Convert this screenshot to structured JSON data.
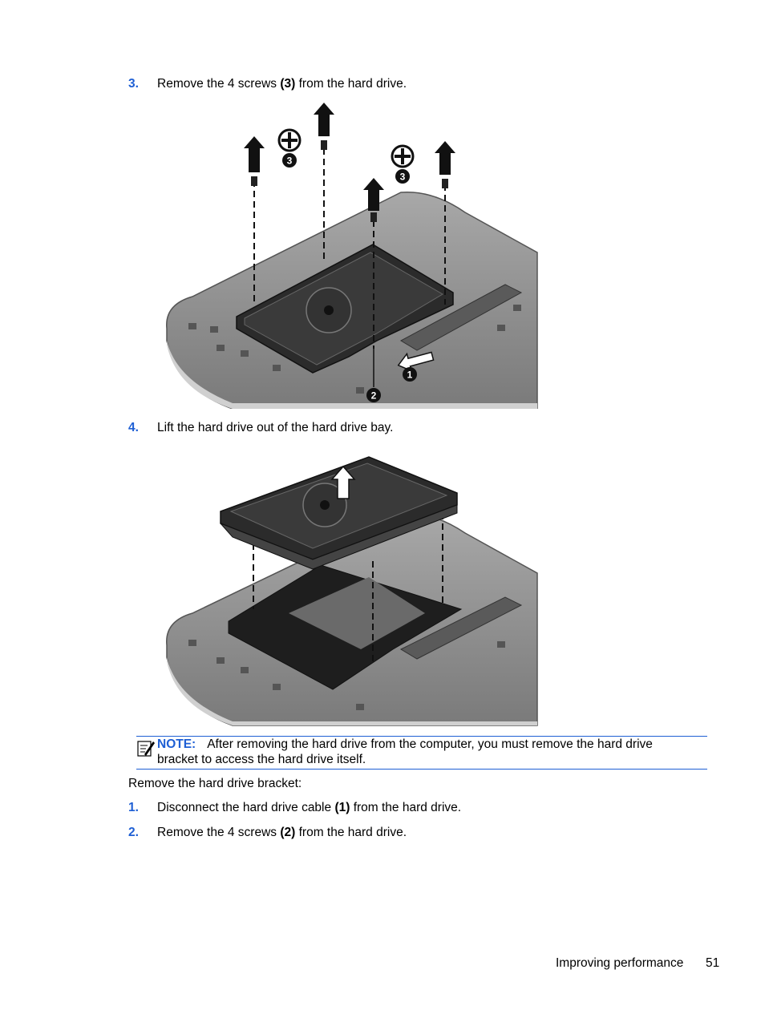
{
  "steps_top": [
    {
      "num": "3.",
      "pre": "Remove the 4 screws ",
      "bold": "(3)",
      "post": " from the hard drive."
    },
    {
      "num": "4.",
      "text": "Lift the hard drive out of the hard drive bay."
    }
  ],
  "figure1": {
    "callouts": [
      "3",
      "3",
      "1",
      "2"
    ]
  },
  "note": {
    "label": "NOTE:",
    "line1": "After removing the hard drive from the computer, you must remove the hard drive",
    "line2": "bracket to access the hard drive itself."
  },
  "intro": "Remove the hard drive bracket:",
  "steps_bottom": [
    {
      "num": "1.",
      "pre": "Disconnect the hard drive cable ",
      "bold": "(1)",
      "post": " from the hard drive."
    },
    {
      "num": "2.",
      "pre": "Remove the 4 screws ",
      "bold": "(2)",
      "post": " from the hard drive."
    }
  ],
  "footer": {
    "section": "Improving performance",
    "page": "51"
  },
  "colors": {
    "accent": "#1e5fd4",
    "chassis": "#8a8a8a",
    "drive": "#2b2b2b"
  }
}
